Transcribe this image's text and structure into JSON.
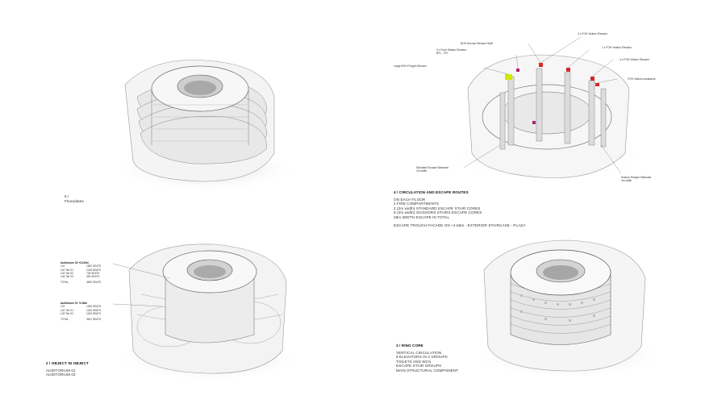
{
  "panel_floorplates": {
    "title": "5 / Floorplates"
  },
  "panel_circulation": {
    "title": "4 / CIRCULATION AND ESCAPE ROUTES",
    "lines": [
      "ON EACH FLOOR",
      "2 FIRE COMPARTMENTS",
      "2 (2m width) STANDARD ESCAPE STAIR CORES",
      "6 (4m width) SCISSORS STAIRS ESCAPE CORES",
      "28m WIDTH ESCAPE IN TOTAL"
    ],
    "extra": "ESCAPE TROUGH FACADE ON +4.65m - EXTERIOR STAIRCASE - PLAZA",
    "labels": {
      "boh_service": "BOH Service Elevator Staff",
      "front_station": "3 x Front Station Elevator",
      "front_station_2": "BFL - VFL",
      "large_boh": "Large BOH Freight Elevator",
      "foh_visitors_4": "4 x FOH Visitors Elevator",
      "foh_visitors_1": "1 x FOH Visitors Elevator",
      "foh_visitors_4b": "4 x FOH Visitors Elevator",
      "foh_escalators": "FOH Visitors escalators",
      "standard_escape": "Standard Escape Staircase",
      "standard_escape_2": "2m width",
      "scissor_escape": "Scissor Escape Staircase",
      "scissor_escape_2": "4m width"
    }
  },
  "panel_object": {
    "title": "2 / OBJECT IN OBJECT",
    "lines": [
      "AUDITORIUM 01",
      "AUDITORIUM 02"
    ],
    "aud02": {
      "header": "Auditorium 02 +24.00m",
      "rows": [
        [
          "L01",
          "1692 SEATS"
        ],
        [
          "L02 Tier 01",
          "1148 SEATS"
        ],
        [
          "L03 Tier 02",
          "734 SEATS"
        ],
        [
          "L04 Tier 03",
          "326 SEATS"
        ]
      ],
      "total": [
        "TOTAL",
        "4900 SEATS"
      ]
    },
    "aud01": {
      "header": "Auditorium 01 +0.80m",
      "rows": [
        [
          "L01",
          "1269 SEATS"
        ],
        [
          "L02 Tier 01",
          "1106 SEATS"
        ],
        [
          "L03 Tier 02",
          "1106 SEATS"
        ]
      ],
      "total": [
        "TOTAL",
        "3621 SEATS"
      ]
    }
  },
  "panel_ring": {
    "title": "3 / RING CORE",
    "lines": [
      "VERTICAL CIRCULATION",
      "9 ELEVATORS IN 3 GROUPS",
      "TOILETS AND WCS",
      "ESCAPE STAIR GROUPS",
      "MAIN STRUCTURAL COMPONENT"
    ]
  },
  "colors": {
    "elevator_red": "#d8262c",
    "elevator_yellow": "#d4e800",
    "elevator_magenta": "#b0207a",
    "shadow": "#d9d9d9"
  }
}
